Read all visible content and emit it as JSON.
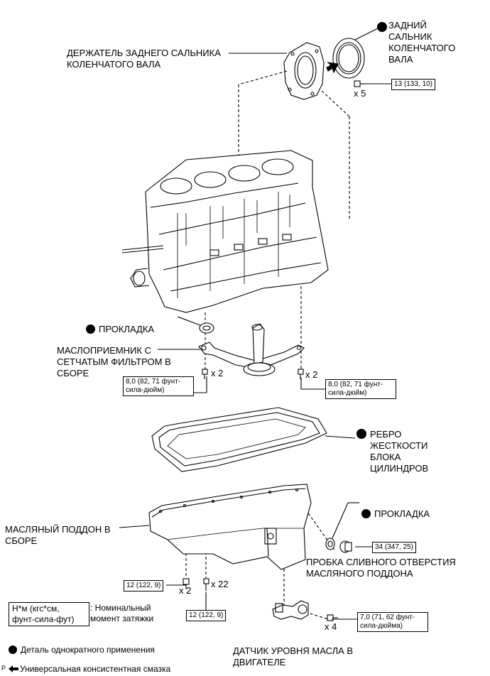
{
  "labels": {
    "rear_seal_retainer": "ДЕРЖАТЕЛЬ ЗАДНЕГО САЛЬНИКА\nКОЛЕНЧАТОГО ВАЛА",
    "rear_oil_seal": "ЗАДНИЙ\nСАЛЬНИК\nКОЛЕНЧАТОГО\nВАЛА",
    "gasket_top": "ПРОКЛАДКА",
    "oil_strainer": "МАСЛОПРИЕМНИК С\nСЕТЧАТЫМ ФИЛЬТРОМ В\nСБОРЕ",
    "stiffening_plate": "РЕБРО\nЖЕСТКОСТИ\nБЛОКА\nЦИЛИНДРОВ",
    "gasket_drain": "ПРОКЛАДКА",
    "oil_pan": "МАСЛЯНЫЙ ПОДДОН В\nСБОРЕ",
    "drain_plug": "ПРОБКА СЛИВНОГО ОТВЕРСТИЯ\nМАСЛЯНОГО ПОДДОНА",
    "oil_level_sensor": "ДАТЧИК УРОВНЯ МАСЛА В\nДВИГАТЕЛЕ"
  },
  "torques": {
    "retainer": "13 (133, 10)",
    "strainer_left": "8,0 (82, 71 фунт-\nсила-дюйм)",
    "strainer_right": "8,0 (82, 71 фунт-\nсила-дюйм)",
    "drain_plug": "34 (347, 25)",
    "pan_left": "12 (122, 9)",
    "pan_center": "12 (122, 9)",
    "sensor": "7,0 (71, 62 фунт-\nсила-дюйма)"
  },
  "quantities": {
    "retainer_bolts": "x 5",
    "strainer_left": "x 2",
    "strainer_right": "x 2",
    "pan_left": "x 2",
    "pan_center": "x 22",
    "sensor": "x 4"
  },
  "legend": {
    "torque_unit": "Н*м (кгс*см,\nфунт-сила-фут)",
    "torque_desc": ": Номинальный\nмомент затяжки",
    "one_time": "Деталь однократного применения",
    "grease": "Универсальная консистентная смазка"
  },
  "corner_mark": "P"
}
